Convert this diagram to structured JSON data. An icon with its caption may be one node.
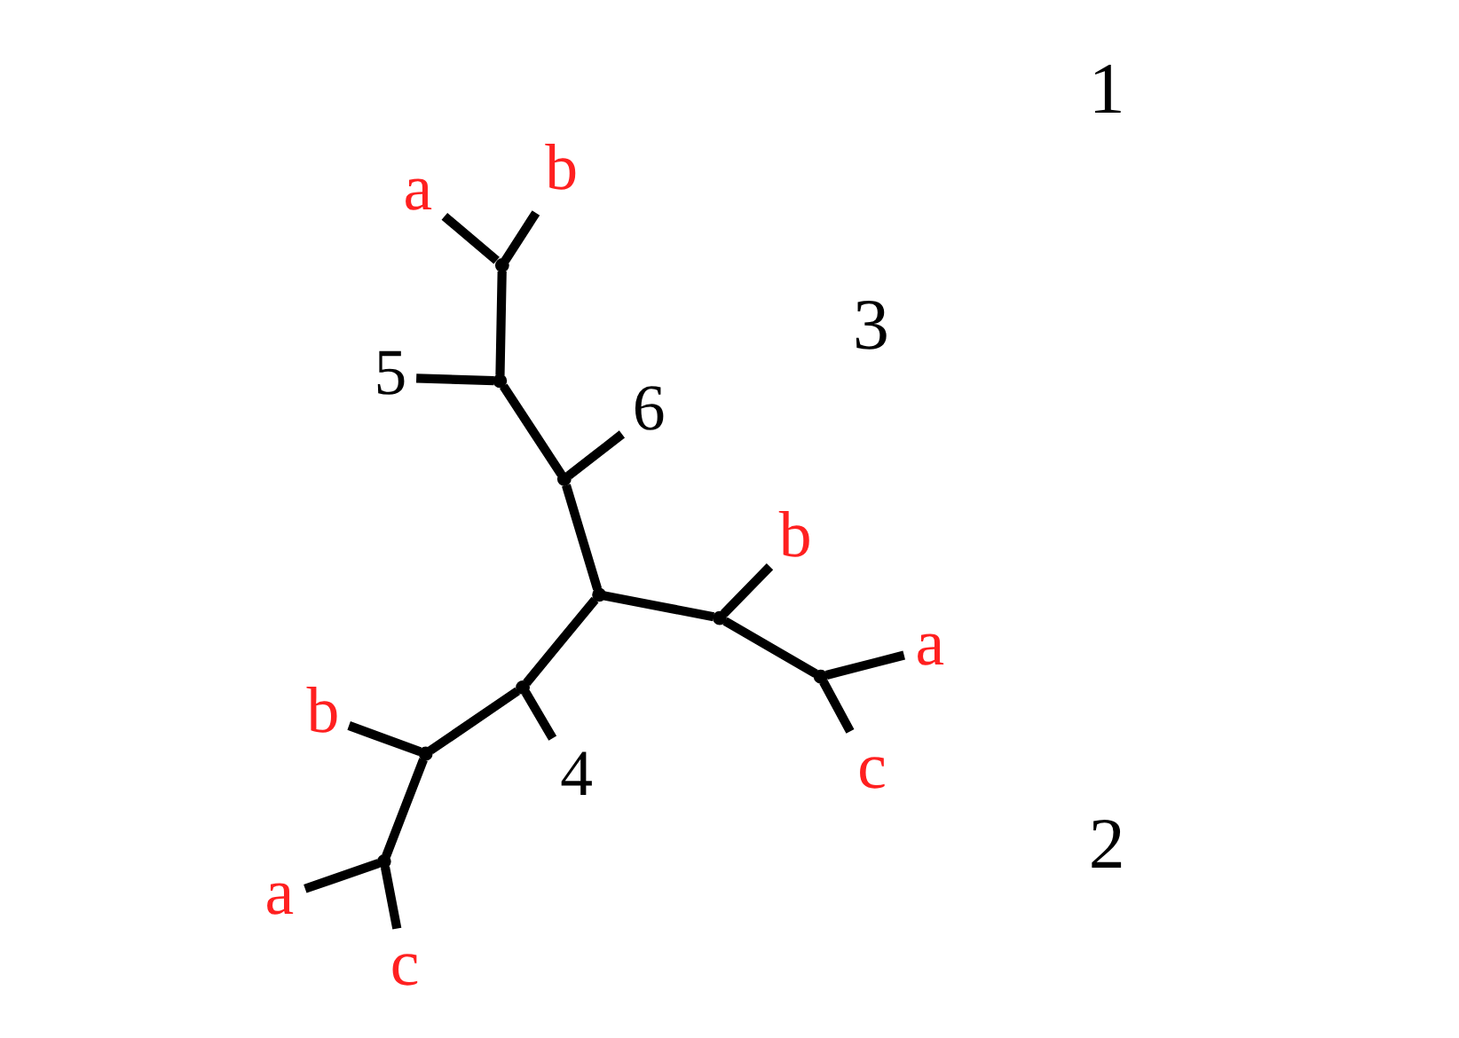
{
  "diagram": {
    "nodes": [
      {
        "text": [
          "a"
        ]
      },
      {
        "text": [
          "b"
        ]
      },
      {
        "text": [
          "5"
        ]
      },
      {
        "text": [
          "6"
        ]
      },
      {
        "text": [
          "b"
        ]
      },
      {
        "text": [
          "c"
        ]
      },
      {
        "text": [
          "a"
        ]
      },
      {
        "text": [
          "4"
        ]
      },
      {
        "text": [
          "b"
        ]
      },
      {
        "text": [
          "c"
        ]
      },
      {
        "text": [
          "a"
        ]
      },
      {
        "text": [],
        "shape": "point"
      },
      {
        "text": [],
        "shape": "point"
      },
      {
        "text": [],
        "shape": "point"
      },
      {
        "text": [],
        "shape": "point"
      },
      {
        "text": [],
        "shape": "point"
      },
      {
        "text": [],
        "shape": "point"
      },
      {
        "text": [],
        "shape": "point"
      },
      {
        "text": [],
        "shape": "point"
      },
      {
        "text": [],
        "shape": "point"
      }
    ],
    "edges": [
      {
        "from": 0,
        "to": 11,
        "arrow": "none"
      },
      {
        "from": 1,
        "to": 11,
        "arrow": "none"
      },
      {
        "from": 11,
        "to": 12,
        "arrow": "none"
      },
      {
        "from": 12,
        "to": 2,
        "arrow": "none"
      },
      {
        "from": 12,
        "to": 13,
        "arrow": "none"
      },
      {
        "from": 13,
        "to": 3,
        "arrow": "none"
      },
      {
        "from": 13,
        "to": 14,
        "arrow": "none"
      },
      {
        "from": 14,
        "to": 15,
        "arrow": "none"
      },
      {
        "from": 15,
        "to": 4,
        "arrow": "none"
      },
      {
        "from": 15,
        "to": 16,
        "arrow": "none"
      },
      {
        "from": 16,
        "to": 5,
        "arrow": "none"
      },
      {
        "from": 16,
        "to": 6,
        "arrow": "none"
      },
      {
        "from": 14,
        "to": 17,
        "arrow": "none"
      },
      {
        "from": 17,
        "to": 7,
        "arrow": "none"
      },
      {
        "from": 17,
        "to": 18,
        "arrow": "none"
      },
      {
        "from": 18,
        "to": 8,
        "arrow": "none"
      },
      {
        "from": 18,
        "to": 19,
        "arrow": "none"
      },
      {
        "from": 19,
        "to": 9,
        "arrow": "none"
      },
      {
        "from": 19,
        "to": 10,
        "arrow": "none"
      }
    ],
    "labels": [
      "3",
      "2",
      "1"
    ]
  }
}
